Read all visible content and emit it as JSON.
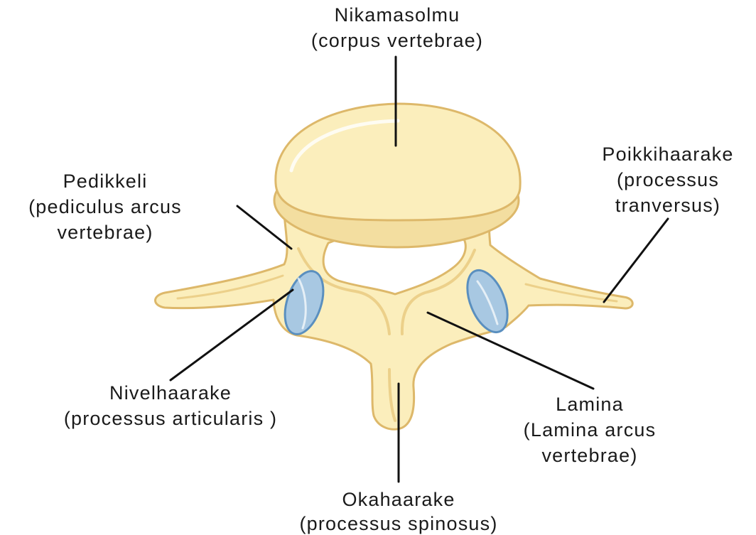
{
  "colors": {
    "bone_fill": "#fbeebc",
    "bone_outline": "#ddb86a",
    "bone_shade": "#ecd08a",
    "cartilage_fill": "#a8c8e2",
    "cartilage_outline": "#5a8fbf",
    "leader": "#111111",
    "text": "#1a1a1a"
  },
  "labels": {
    "body": {
      "line1": "Nikamasolmu",
      "line2": "(corpus vertebrae)"
    },
    "pedicle": {
      "line1": "Pedikkeli",
      "line2": "(pediculus arcus",
      "line3": "vertebrae)"
    },
    "transverse": {
      "line1": "Poikkihaarake",
      "line2": "(processus",
      "line3": "tranversus)"
    },
    "articular": {
      "line1": "Nivelhaarake",
      "line2": "(processus articularis )"
    },
    "lamina": {
      "line1": "Lamina",
      "line2": "(Lamina arcus",
      "line3": "vertebrae)"
    },
    "spinous": {
      "line1": "Okahaarake",
      "line2": "(processus spinosus)"
    }
  }
}
